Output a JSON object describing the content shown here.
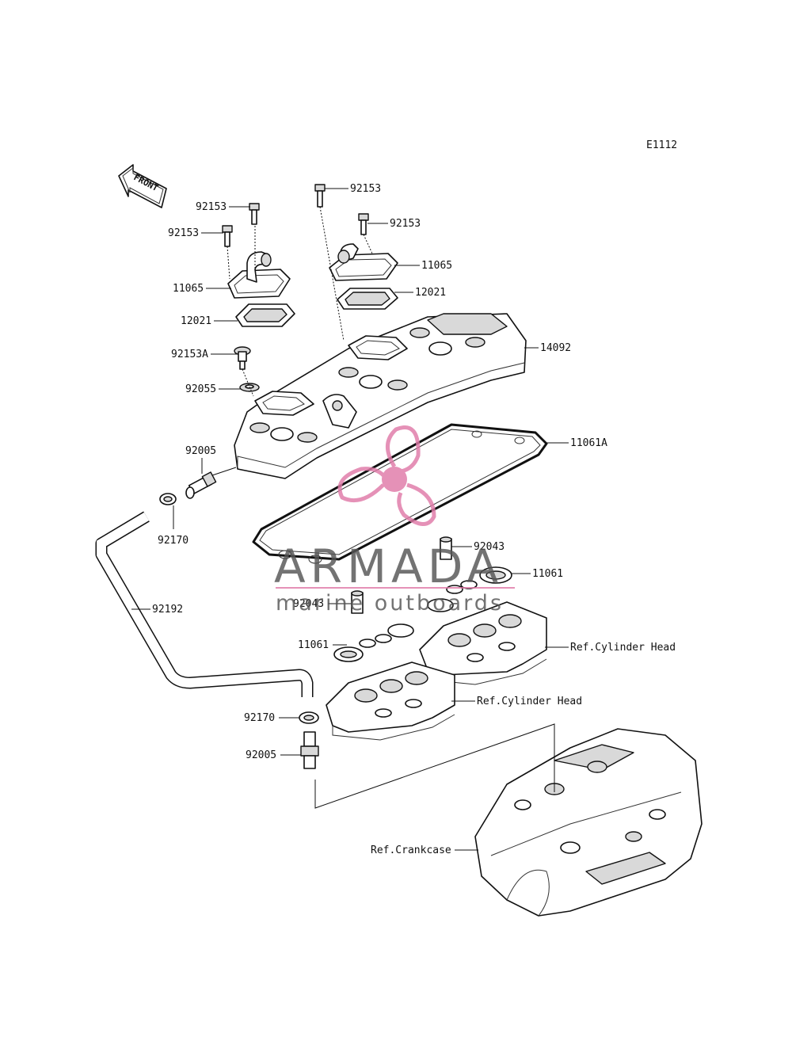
{
  "figure_code": "E1112",
  "front_label": "FRONT",
  "parts": {
    "p92153_a": "92153",
    "p92153_b": "92153",
    "p92153_c": "92153",
    "p92153_d": "92153",
    "p11065_a": "11065",
    "p11065_b": "11065",
    "p12021_a": "12021",
    "p12021_b": "12021",
    "p14092": "14092",
    "p92153A": "92153A",
    "p92055": "92055",
    "p92005_a": "92005",
    "p11061A": "11061A",
    "p92170_a": "92170",
    "p92043_a": "92043",
    "p11061_a": "11061",
    "p92192": "92192",
    "p92043_b": "92043",
    "p11061_b": "11061",
    "p92170_b": "92170",
    "p92005_b": "92005"
  },
  "refs": {
    "cyl_head_1": "Ref.Cylinder Head",
    "cyl_head_2": "Ref.Cylinder Head",
    "crankcase": "Ref.Crankcase"
  },
  "watermark": {
    "brand": "ARMADA",
    "tagline": "marine outboards",
    "brand_color": "#555555",
    "accent_color": "#e07aa8"
  }
}
